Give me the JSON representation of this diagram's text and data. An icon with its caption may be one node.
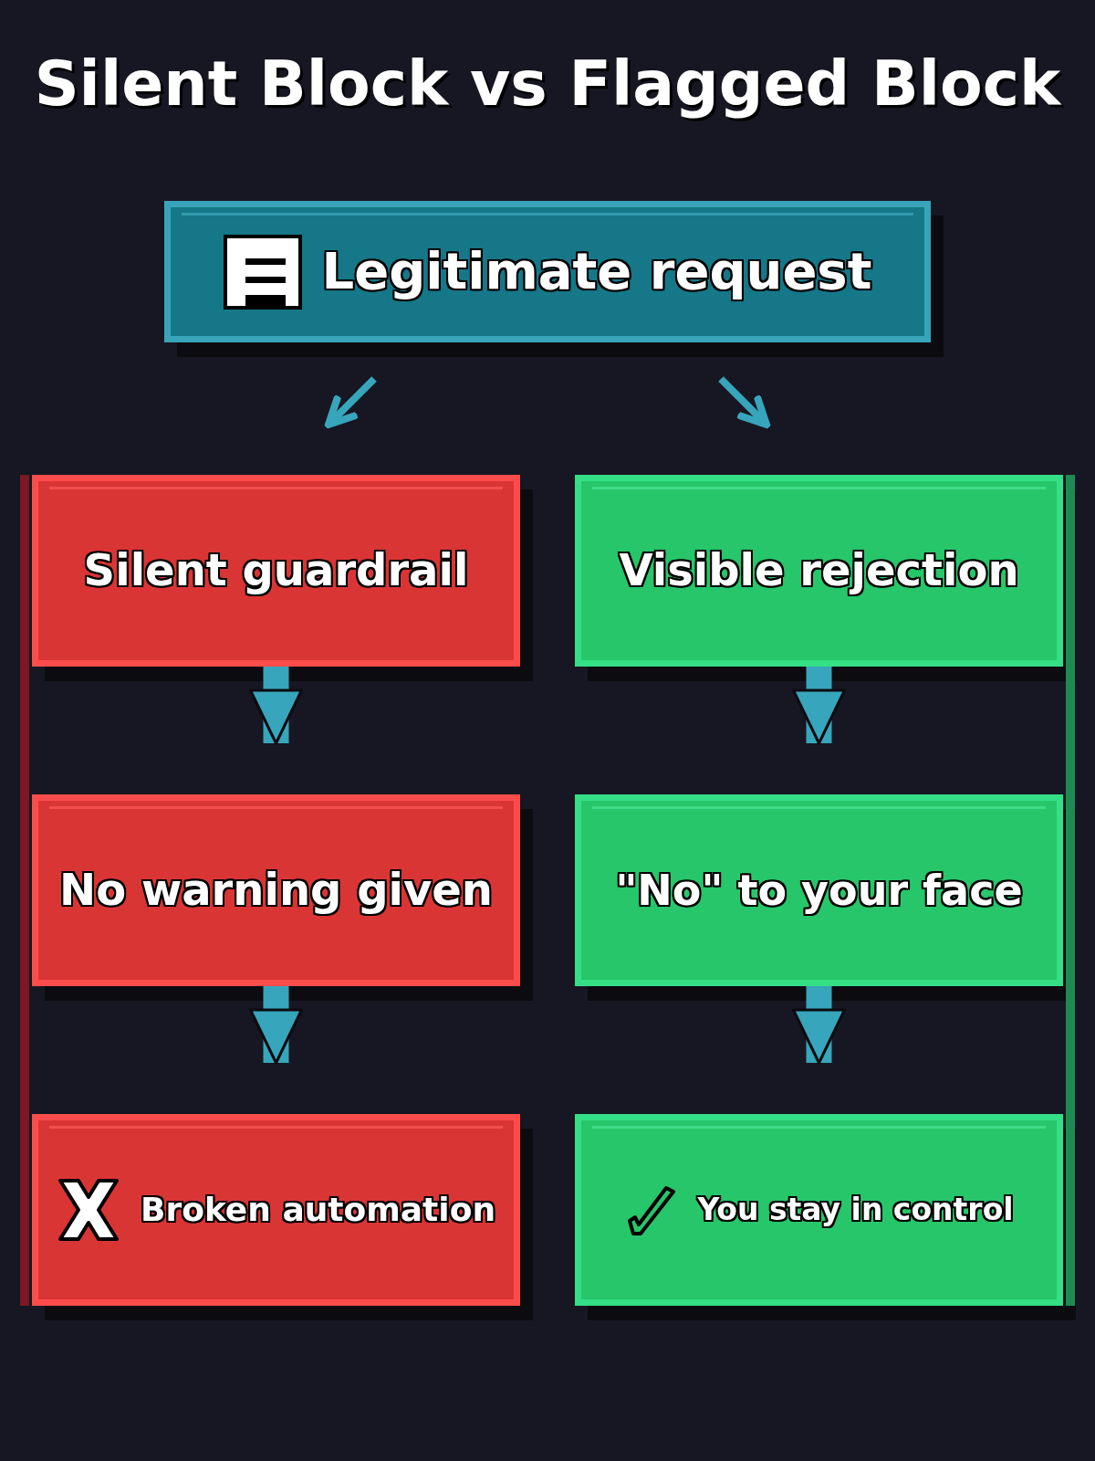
{
  "diagram": {
    "title": "Silent Block vs Flagged Block",
    "nodes": [
      {
        "text": [
          "Legitimate request"
        ]
      },
      {
        "text": [
          "Silent guardrail"
        ]
      },
      {
        "text": [
          "No warning given"
        ]
      },
      {
        "text": [
          "Broken automation"
        ]
      },
      {
        "text": [
          "Visible rejection"
        ]
      },
      {
        "text": [
          "\"No\" to your face"
        ]
      },
      {
        "text": [
          "You stay in control"
        ]
      }
    ],
    "edges": [
      {
        "from": 0,
        "to": 1,
        "arrow": "to"
      },
      {
        "from": 0,
        "to": 4,
        "arrow": "to"
      },
      {
        "from": 1,
        "to": 2,
        "arrow": "to"
      },
      {
        "from": 2,
        "to": 3,
        "arrow": "to"
      },
      {
        "from": 4,
        "to": 5,
        "arrow": "to"
      },
      {
        "from": 5,
        "to": 6,
        "arrow": "to"
      }
    ]
  }
}
